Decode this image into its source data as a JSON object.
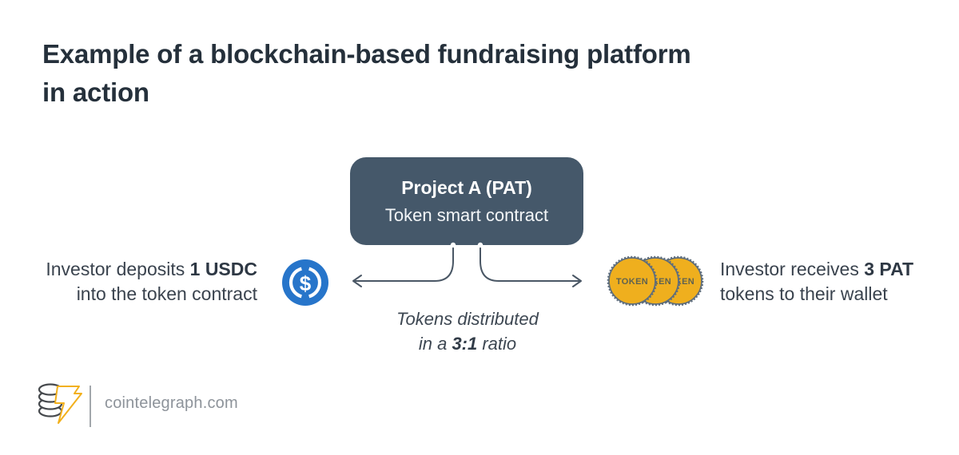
{
  "title": {
    "line1": "Example of a blockchain-based fundraising platform",
    "line2": "in action"
  },
  "contract_box": {
    "title": "Project A (PAT)",
    "subtitle": "Token smart contract",
    "bg_color": "#45586a"
  },
  "deposit": {
    "prefix": "Investor deposits ",
    "amount": "1 USDC",
    "line2": "into the token contract"
  },
  "receive": {
    "prefix": "Investor receives ",
    "amount": "3 PAT",
    "line2": "tokens to their wallet"
  },
  "ratio_caption": {
    "line1": "Tokens distributed",
    "line2_prefix": "in a ",
    "ratio": "3:1",
    "line2_suffix": " ratio"
  },
  "icons": {
    "usdc": {
      "name": "usdc-coin",
      "symbol": "$",
      "color": "#2775ca"
    },
    "token_coins": {
      "label": "TOKEN",
      "count": 3,
      "fill": "#efaf1e",
      "edge": "#5e6d7c"
    },
    "logo": {
      "name": "cointelegraph-logo",
      "bolt_color": "#f2b01c"
    }
  },
  "footer": {
    "site": "cointelegraph.com"
  },
  "colors": {
    "background": "#ffffff",
    "title_text": "#25303b",
    "body_text": "#3a434e",
    "arrow": "#4a5765"
  }
}
